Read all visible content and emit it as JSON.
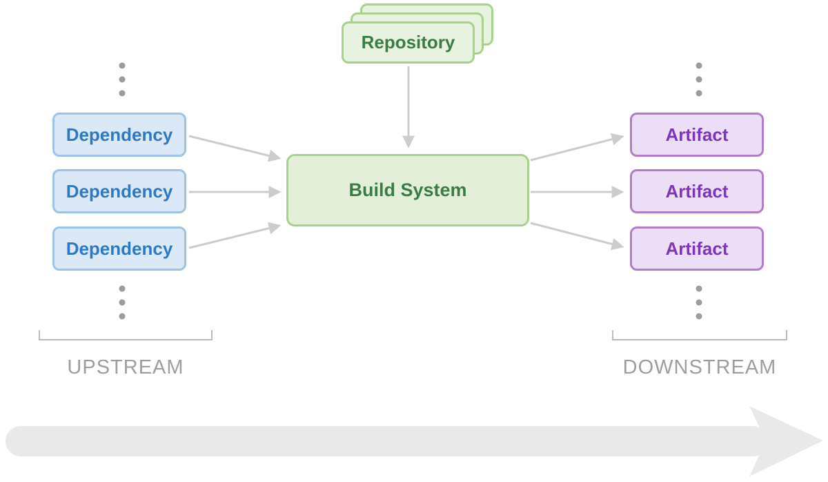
{
  "diagram": {
    "repository": {
      "label": "Repository"
    },
    "build_system": {
      "label": "Build System"
    },
    "dependencies": [
      "Dependency",
      "Dependency",
      "Dependency"
    ],
    "artifacts": [
      "Artifact",
      "Artifact",
      "Artifact"
    ],
    "upstream_label": "UPSTREAM",
    "downstream_label": "DOWNSTREAM"
  },
  "colors": {
    "dependency_fill": "#dbe9f6",
    "dependency_border": "#9dc3e6",
    "dependency_text": "#2e79c4",
    "build_fill": "#e4efda",
    "repo_fill": "#e7f2df",
    "build_border": "#a9d18e",
    "build_text": "#3a7d44",
    "artifact_fill": "#ecdef6",
    "artifact_border": "#b37cc9",
    "artifact_text": "#7e35b8",
    "connector_gray": "#cccccc",
    "dot_gray": "#9c9c9c",
    "bracket_gray": "#bbbbbb",
    "label_gray": "#9e9e9e",
    "timeline_arrow_fill": "#e9e9e9"
  }
}
